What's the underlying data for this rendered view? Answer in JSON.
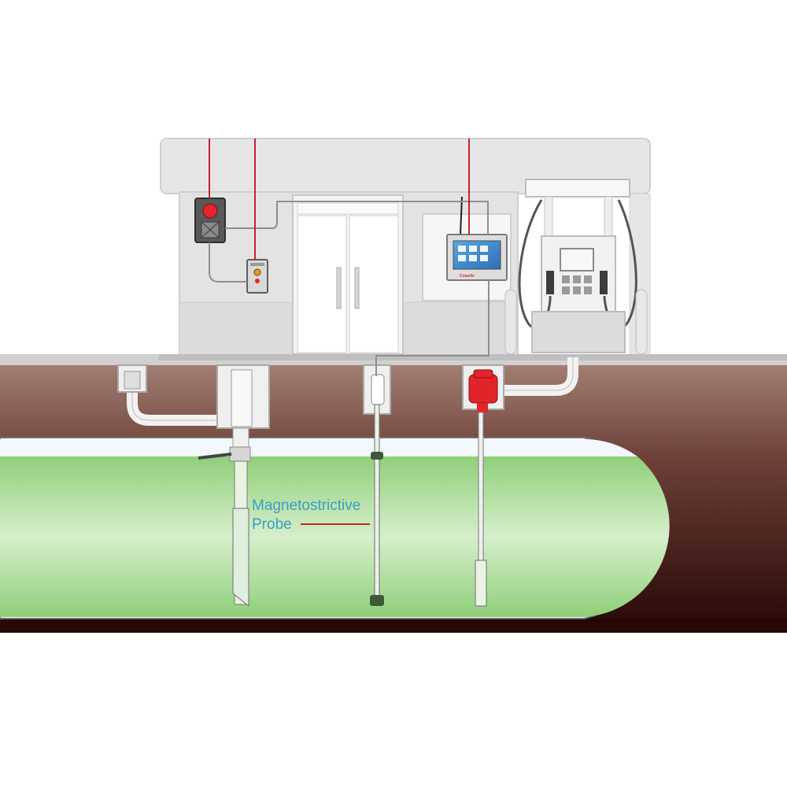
{
  "callout": {
    "line1": "Magnetostrictive",
    "line2": "Probe"
  },
  "console": {
    "brand": "Cowelle"
  },
  "colors": {
    "signal_wire": "#c0272d",
    "fuel": "#9fd78a",
    "soil_top": "#9b7468",
    "soil_bottom": "#2a0a08",
    "building": "#e4e4e4",
    "leak_sensor": "#e0242a",
    "callout_text": "#3a9fc6"
  },
  "icons": {
    "alarm_box": "alarm-light-icon",
    "control_box": "button-panel-icon",
    "console": "tank-monitor-console-icon",
    "antenna": "antenna-icon"
  }
}
